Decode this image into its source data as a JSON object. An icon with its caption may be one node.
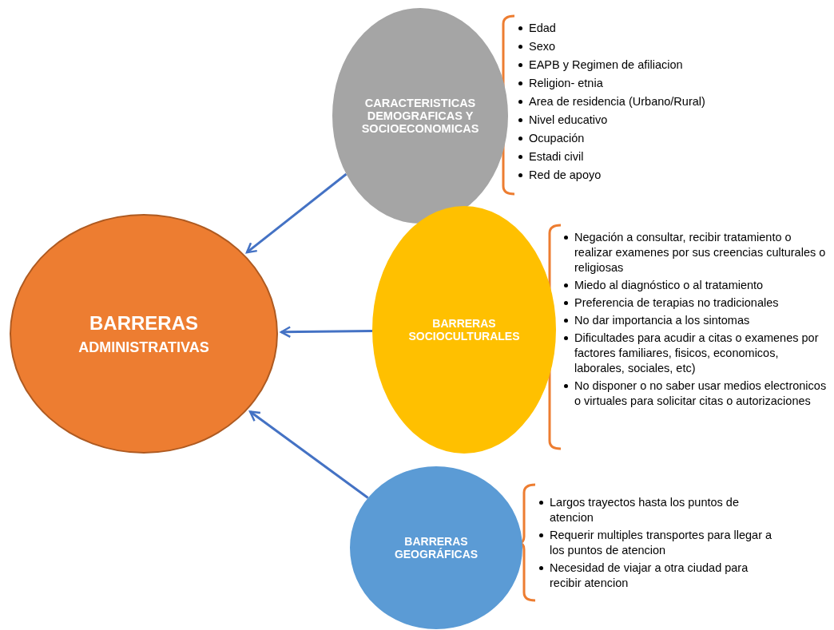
{
  "diagram": {
    "nodes": [
      {
        "text": [
          "BARRERAS",
          "ADMINISTRATIVAS"
        ]
      },
      {
        "text": [
          "CARACTERISTICAS DEMOGRAFICAS Y SOCIOECONOMICAS"
        ],
        "beside": [
          "Edad",
          "Sexo",
          "EAPB y Regimen de afiliacion",
          "Religion- etnia",
          "Area de residencia (Urbano/Rural)",
          "Nivel educativo",
          "Ocupación",
          "Estadi civil",
          "Red de apoyo"
        ]
      },
      {
        "text": [
          "BARRERAS SOCIOCULTURALES"
        ],
        "beside": [
          "Negación a consultar, recibir tratamiento o realizar examenes por sus creencias culturales o religiosas",
          "Miedo al diagnóstico o al tratamiento",
          "Preferencia de terapias no tradicionales",
          "No dar importancia a los sintomas",
          "Dificultades para acudir a citas o examenes por factores familiares, fisicos,  economicos, laborales, sociales, etc)",
          "No disponer o no saber usar medios electronicos o virtuales  para solicitar citas o autorizaciones"
        ]
      },
      {
        "text": [
          "BARRERAS GEOGRÁFICAS"
        ],
        "beside": [
          "Largos trayectos hasta los puntos de atencion",
          "Requerir multiples transportes para llegar a los puntos de atencion",
          "Necesidad de viajar a otra ciudad para recibir atencion"
        ]
      }
    ],
    "edges": [
      {
        "from": 1,
        "to": 0,
        "arrow": "to"
      },
      {
        "from": 2,
        "to": 0,
        "arrow": "to"
      },
      {
        "from": 3,
        "to": 0,
        "arrow": "to"
      }
    ]
  }
}
